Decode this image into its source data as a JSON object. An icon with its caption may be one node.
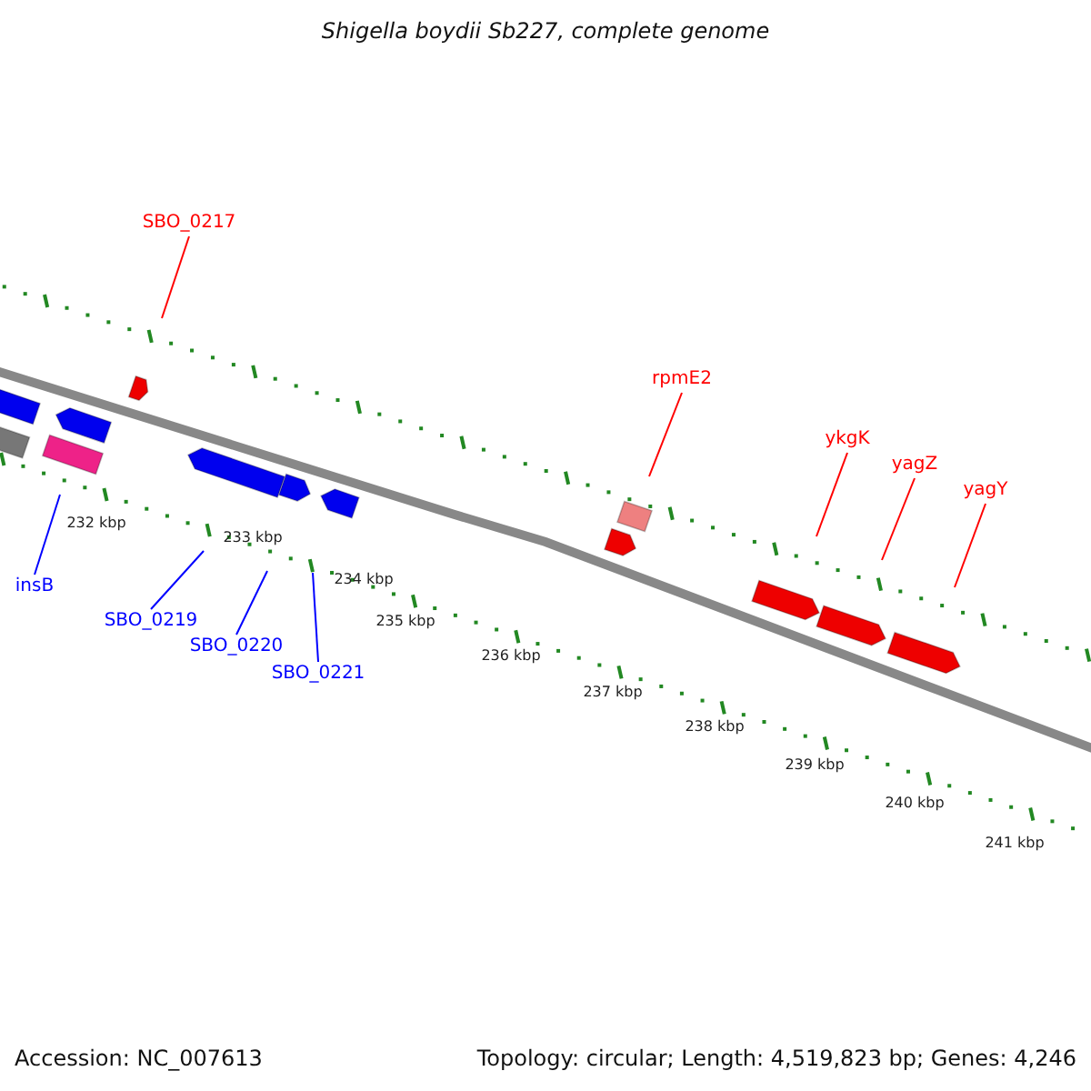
{
  "diagram": {
    "title": "Shigella boydii Sb227, complete genome",
    "nodes": [
      {
        "text": [
          "SBO_0217"
        ]
      },
      {
        "text": [
          "rpmE2"
        ]
      },
      {
        "text": [
          "ykgK"
        ]
      },
      {
        "text": [
          "yagZ"
        ]
      },
      {
        "text": [
          "yagY"
        ]
      },
      {
        "text": [
          "insB"
        ]
      },
      {
        "text": [
          "SBO_0219"
        ]
      },
      {
        "text": [
          "SBO_0220"
        ]
      },
      {
        "text": [
          "SBO_0221"
        ]
      }
    ],
    "edges": [
      {
        "from": 0,
        "to": null,
        "arrow": "none"
      },
      {
        "from": 1,
        "to": null,
        "arrow": "none"
      },
      {
        "from": 2,
        "to": null,
        "arrow": "none"
      },
      {
        "from": 3,
        "to": null,
        "arrow": "none"
      },
      {
        "from": 4,
        "to": null,
        "arrow": "none"
      },
      {
        "from": 5,
        "to": null,
        "arrow": "none",
        "color": "#0000ff"
      },
      {
        "from": 6,
        "to": null,
        "arrow": "none",
        "color": "#0000ff"
      },
      {
        "from": 7,
        "to": null,
        "arrow": "none",
        "color": "#0000ff"
      },
      {
        "from": 8,
        "to": null,
        "arrow": "none",
        "color": "#0000ff"
      }
    ],
    "labels": [
      "232 kbp",
      "233 kbp",
      "234 kbp",
      "235 kbp",
      "236 kbp",
      "237 kbp",
      "238 kbp",
      "239 kbp",
      "240 kbp",
      "241 kbp",
      "Accession: NC_007613",
      "Topology: circular; Length: 4,519,823 bp; Genes: 4,246"
    ]
  }
}
